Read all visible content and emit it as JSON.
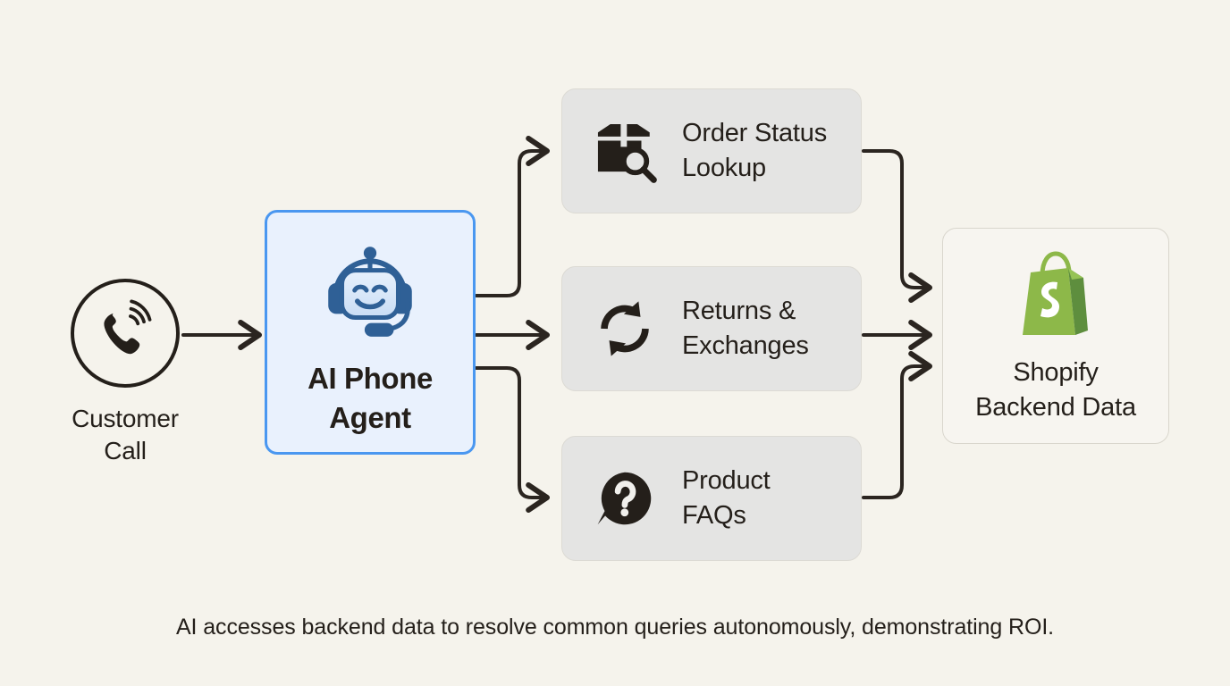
{
  "colors": {
    "background": "#f5f3ec",
    "stroke": "#241f1a",
    "agent_fill": "#e9f1fd",
    "agent_border": "#4a97f0",
    "capability_fill": "#e4e4e3",
    "capability_border": "#dcdad4",
    "shopify_border": "#d9d6cd",
    "shopify_green_light": "#8db849",
    "shopify_green_dark": "#5e8e3e",
    "robot_blue_dark": "#2f6096",
    "robot_blue_light": "#d9e8fb"
  },
  "source": {
    "icon": "phone-call-icon",
    "label": "Customer\nCall",
    "label_line1": "Customer",
    "label_line2": "Call"
  },
  "agent": {
    "icon": "robot-headset-icon",
    "label_line1": "AI Phone",
    "label_line2": "Agent"
  },
  "capabilities": [
    {
      "icon": "package-search-icon",
      "label_line1": "Order Status",
      "label_line2": "Lookup"
    },
    {
      "icon": "refresh-cycle-icon",
      "label_line1": "Returns &",
      "label_line2": "Exchanges"
    },
    {
      "icon": "question-bubble-icon",
      "label_line1": "Product",
      "label_line2": "FAQs"
    }
  ],
  "backend": {
    "icon": "shopify-bag-icon",
    "label_line1": "Shopify",
    "label_line2": "Backend Data"
  },
  "caption": {
    "text": "AI accesses backend data to resolve common queries autonomously, demonstrating ROI."
  }
}
